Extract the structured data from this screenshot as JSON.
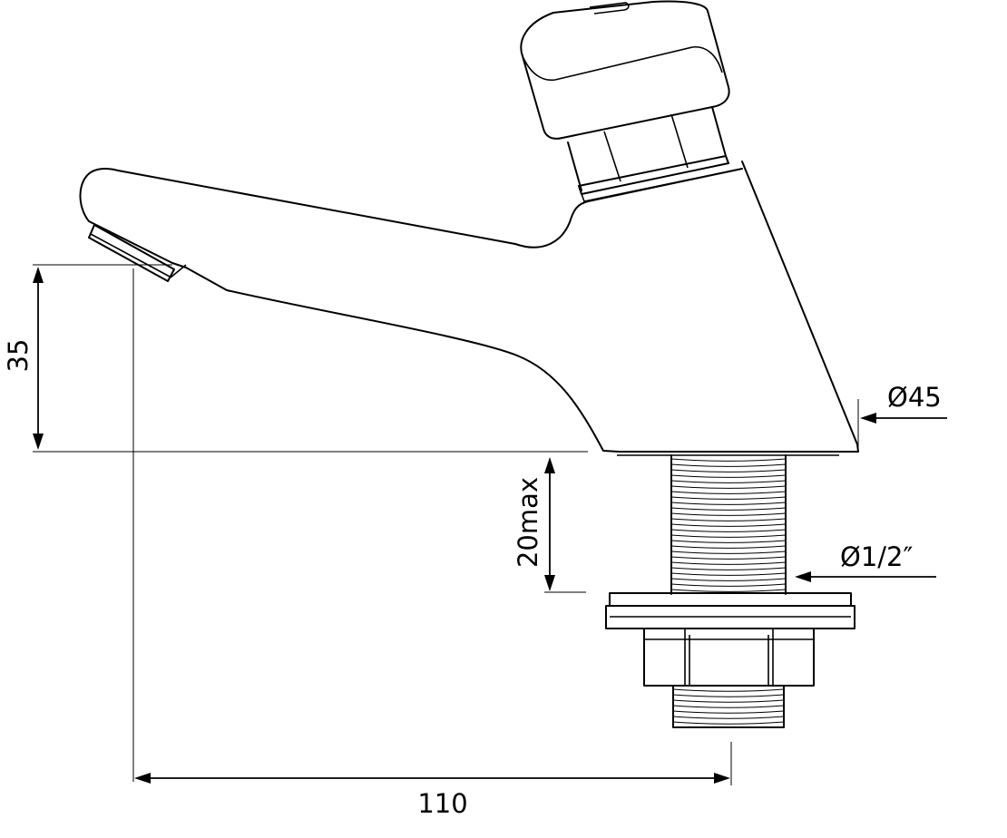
{
  "dimensions": {
    "height_spout": "35",
    "body_diameter": "Ø45",
    "max_deck_thickness": "20max",
    "thread_size": "Ø1/2″",
    "projection": "110"
  }
}
